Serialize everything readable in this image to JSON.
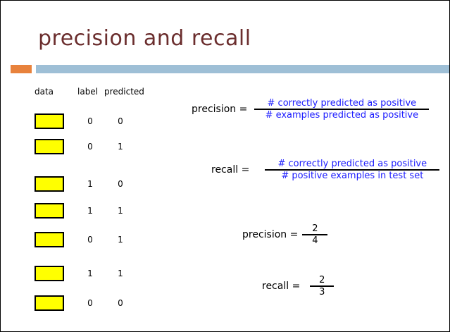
{
  "slide": {
    "title": "precision and recall",
    "columns": {
      "data": "data",
      "label": "label",
      "predicted": "predicted"
    },
    "rows": [
      {
        "label": "0",
        "predicted": "0"
      },
      {
        "label": "0",
        "predicted": "1"
      },
      {
        "label": "1",
        "predicted": "0"
      },
      {
        "label": "1",
        "predicted": "1"
      },
      {
        "label": "0",
        "predicted": "1"
      },
      {
        "label": "1",
        "predicted": "1"
      },
      {
        "label": "0",
        "predicted": "0"
      }
    ],
    "formulas": {
      "precision": {
        "lhs": "precision =",
        "numerator": "# correctly predicted as positive",
        "denominator": "# examples predicted as positive"
      },
      "recall": {
        "lhs": "recall =",
        "numerator": "# correctly predicted as positive",
        "denominator": "# positive examples in test set"
      },
      "precision_value": {
        "lhs": "precision =",
        "numerator": "2",
        "denominator": "4"
      },
      "recall_value": {
        "lhs": "recall =",
        "numerator": "2",
        "denominator": "3"
      }
    },
    "colors": {
      "title": "#6b2e2e",
      "accent_orange": "#e8823c",
      "accent_blue": "#9ebfd6",
      "box_fill": "#ffff00",
      "formula_text": "#1a1aff"
    }
  }
}
